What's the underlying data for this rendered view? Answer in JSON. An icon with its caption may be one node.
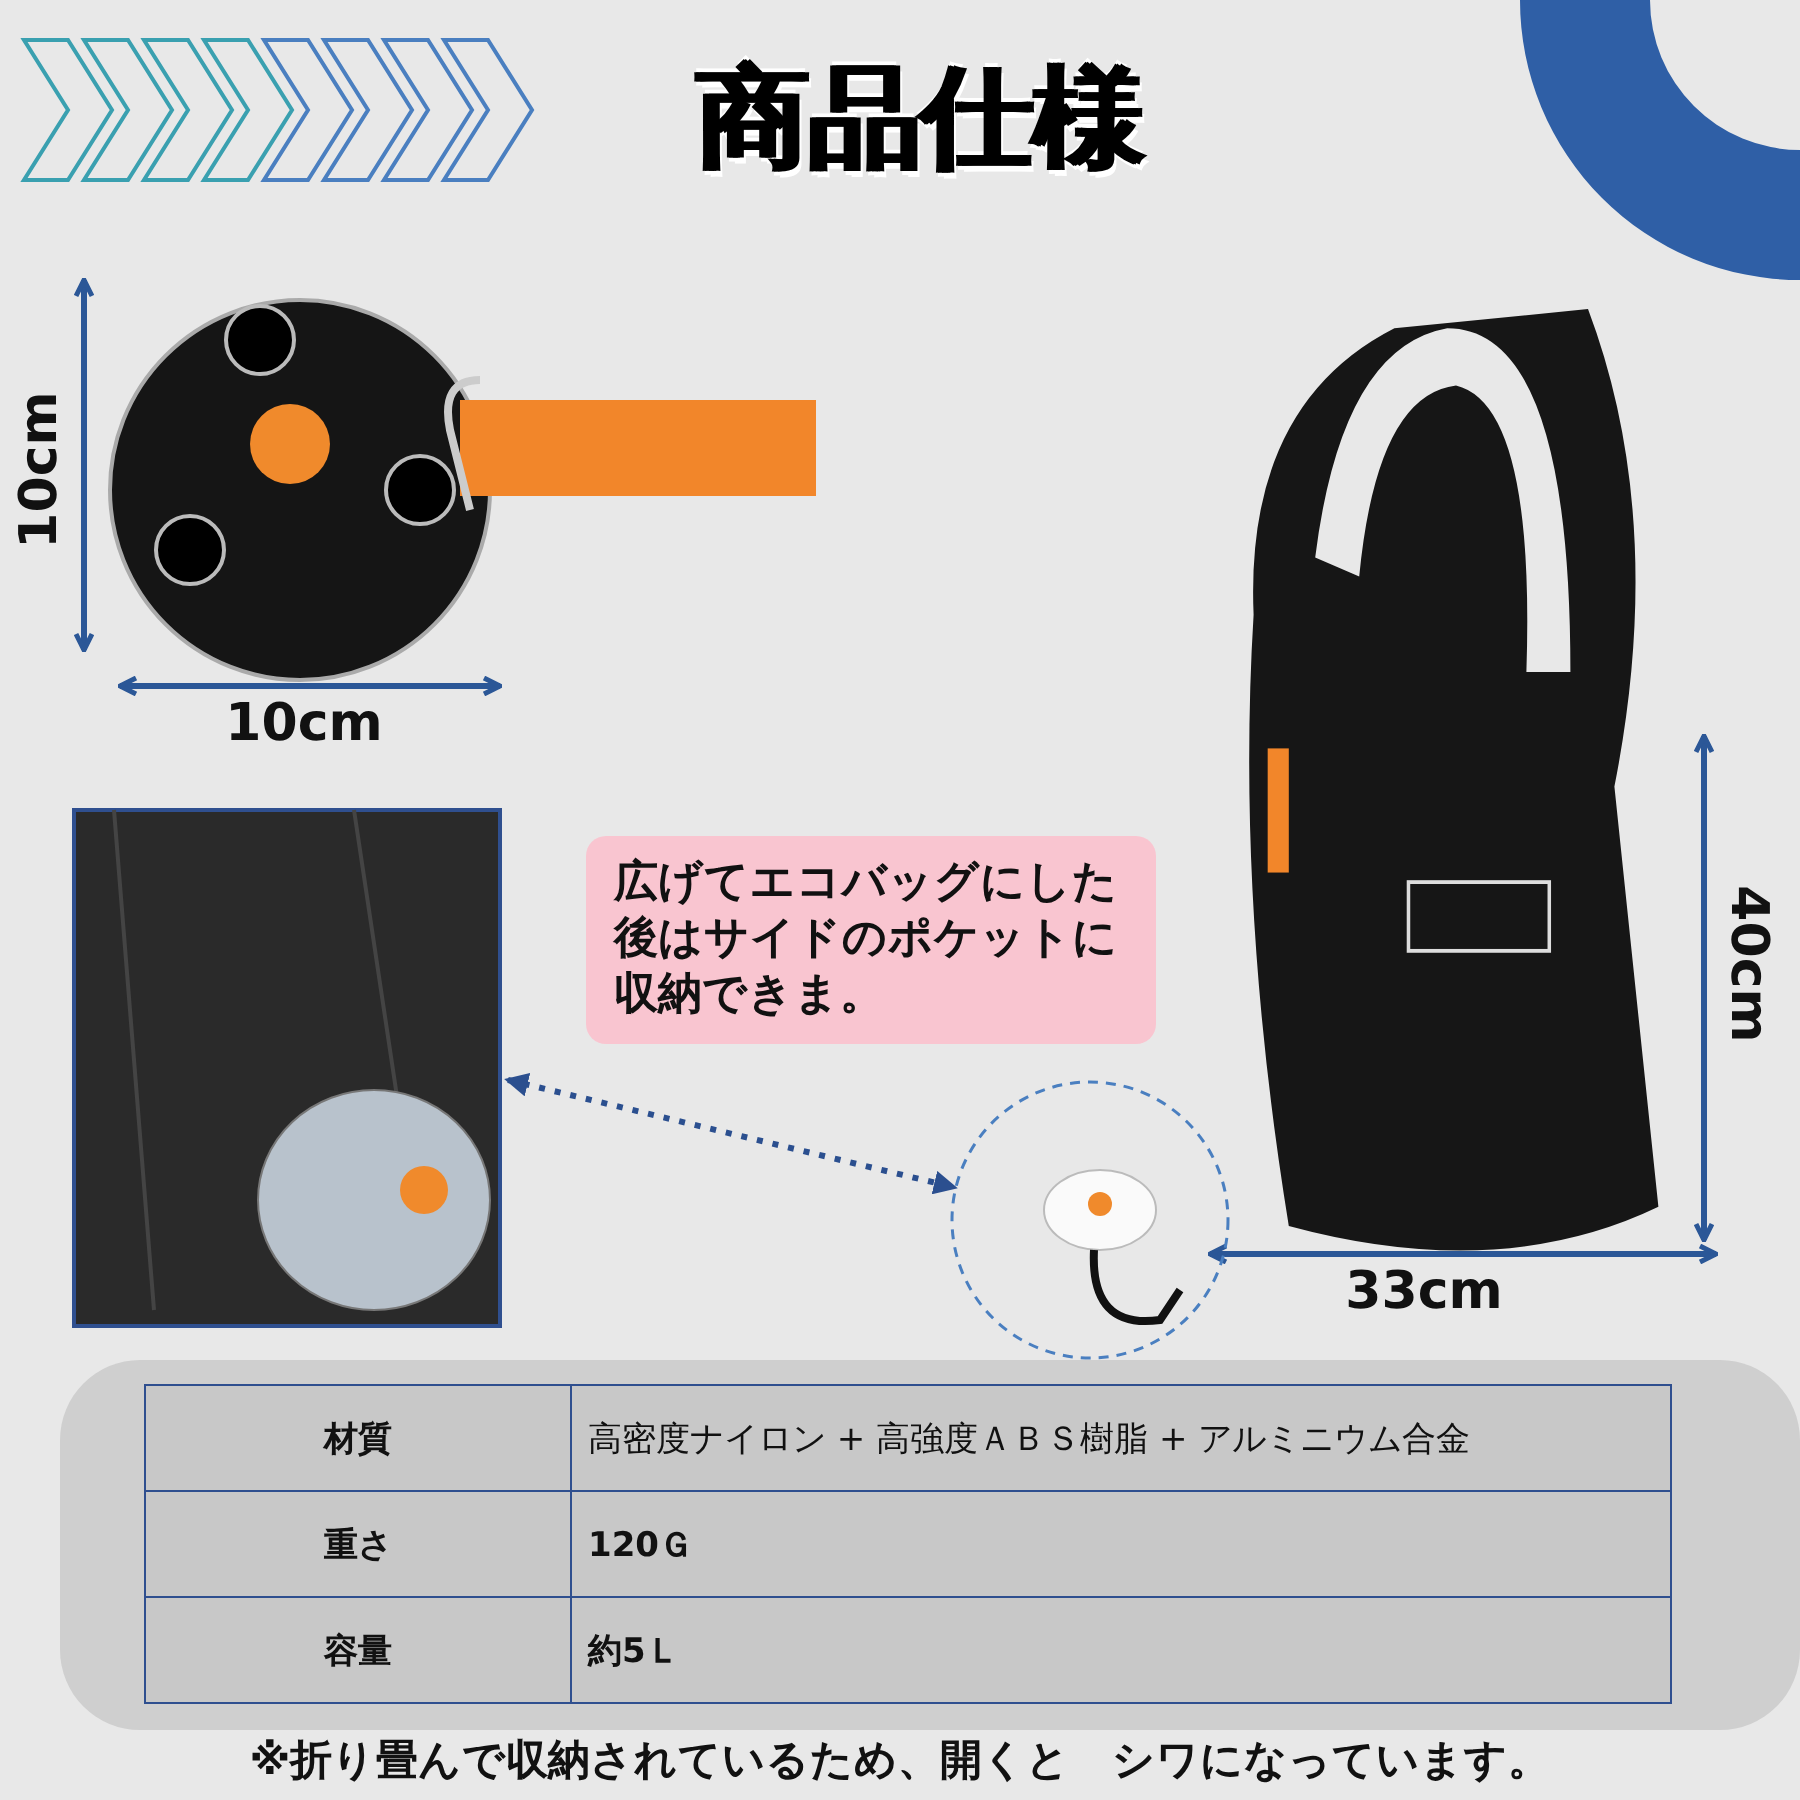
{
  "diagram": {
    "title": "商品仕様",
    "nodes": [
      {
        "text": [
          "広げてエコバッグにした後はサイドのポケットに収納できま。"
        ]
      },
      {
        "text": [],
        "shape": "picture"
      },
      {
        "text": [],
        "shape": "circle"
      },
      {
        "text": [],
        "shape": "picture"
      },
      {
        "text": [],
        "shape": "picture"
      }
    ],
    "edges": [
      {
        "from": 1,
        "to": 2,
        "arrow": "both",
        "style": "dashed"
      }
    ],
    "labels": [
      "10cm",
      "10cm",
      "40cm",
      "33cm",
      "材質",
      "高密度ナイロン + 高強度ＡＢＳ樹脂 + アルミニウム合金",
      "重さ",
      "120Ｇ",
      "容量",
      "約5Ｌ",
      "※折り畳んで収納されているため、開くと　シワになっています。"
    ]
  }
}
